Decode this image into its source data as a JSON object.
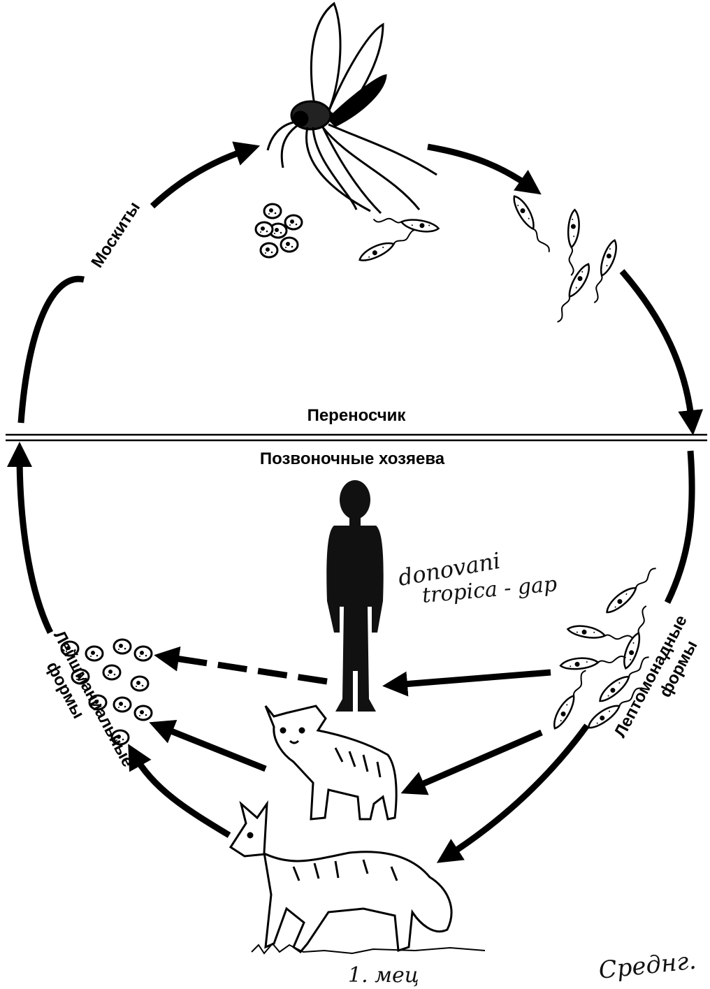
{
  "labels": {
    "vector": "Переносчик",
    "hosts": "Позвоночные хозяева",
    "sandflies": "Москиты",
    "leishmanial_forms_line1": "Лейшманиальные",
    "leishmanial_forms_line2": "формы",
    "leptomonad_forms_line1": "Лептомонадные",
    "leptomonad_forms_line2": "формы"
  },
  "handwritten": {
    "note_line1": "donovani",
    "note_line2": "tropica - gap",
    "bottom_center": "1. мец",
    "bottom_right": "Среднг."
  },
  "colors": {
    "ink": "#000000",
    "background": "#ffffff",
    "silhouette": "#111111"
  },
  "icons": [
    "sandfly-icon",
    "human-silhouette-icon",
    "dog-icon",
    "fox-icon",
    "leptomonad-parasite-icon",
    "leishmanial-parasite-icon"
  ]
}
